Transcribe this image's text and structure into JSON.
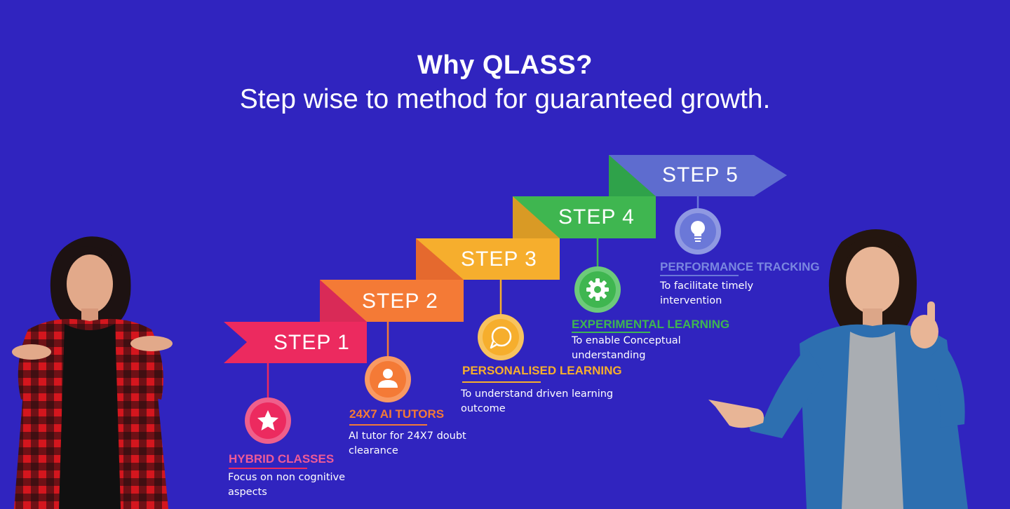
{
  "header": {
    "title": "Why QLASS?",
    "subtitle": "Step wise to method for guaranteed growth."
  },
  "steps": [
    {
      "label": "STEP 1",
      "feature_title": "HYBRID CLASSES",
      "feature_desc": "Focus on non cognitive aspects",
      "icon": "star-icon",
      "color": "#ec2a5f"
    },
    {
      "label": "STEP 2",
      "feature_title": "24X7 AI TUTORS",
      "feature_desc": "AI tutor for 24X7 doubt clearance",
      "icon": "user-icon",
      "color": "#f47a36"
    },
    {
      "label": "STEP 3",
      "feature_title": "PERSONALISED LEARNING",
      "feature_desc": "To understand driven learning outcome",
      "icon": "chat-bubble-icon",
      "color": "#f6ae2d"
    },
    {
      "label": "STEP 4",
      "feature_title": "EXPERIMENTAL LEARNING",
      "feature_desc": "To enable Conceptual understanding",
      "icon": "gear-icon",
      "color": "#3fb650"
    },
    {
      "label": "STEP 5",
      "feature_title": "PERFORMANCE TRACKING",
      "feature_desc": "To facilitate timely intervention",
      "icon": "lightbulb-icon",
      "color": "#6b78d8"
    }
  ]
}
